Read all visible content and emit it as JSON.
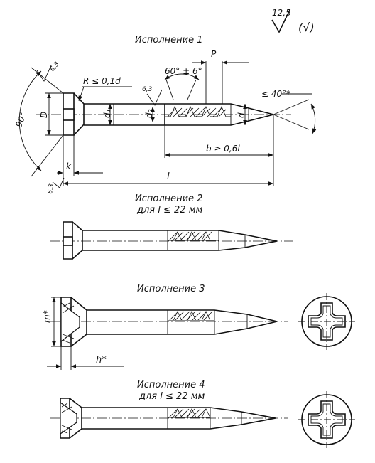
{
  "surface_mark": {
    "roughness": "12,5",
    "bracket": "(√)"
  },
  "views": [
    {
      "id": "v1",
      "title": "Исполнение 1",
      "subtitle": ""
    },
    {
      "id": "v2",
      "title": "Исполнение 2",
      "subtitle": "для  l ≤ 22 мм"
    },
    {
      "id": "v3",
      "title": "Исполнение 3",
      "subtitle": ""
    },
    {
      "id": "v4",
      "title": "Исполнение 4",
      "subtitle": "для  l ≤ 22 мм"
    }
  ],
  "dimensions": {
    "angle_head": "90°",
    "head_dia": "D",
    "rough_head": "6,3",
    "rough_bottom": "6,3",
    "rough_thread": "6,3",
    "radius": "R ≤ 0,1d",
    "thread_angle": "60° ± 6°",
    "pitch": "P",
    "tip_angle": "≤ 40°*",
    "d1": "d₁",
    "d2": "d₂",
    "d": "d",
    "k": "k",
    "b": "b ≥ 0,6l",
    "l": "l",
    "m": "m*",
    "h": "h*"
  }
}
